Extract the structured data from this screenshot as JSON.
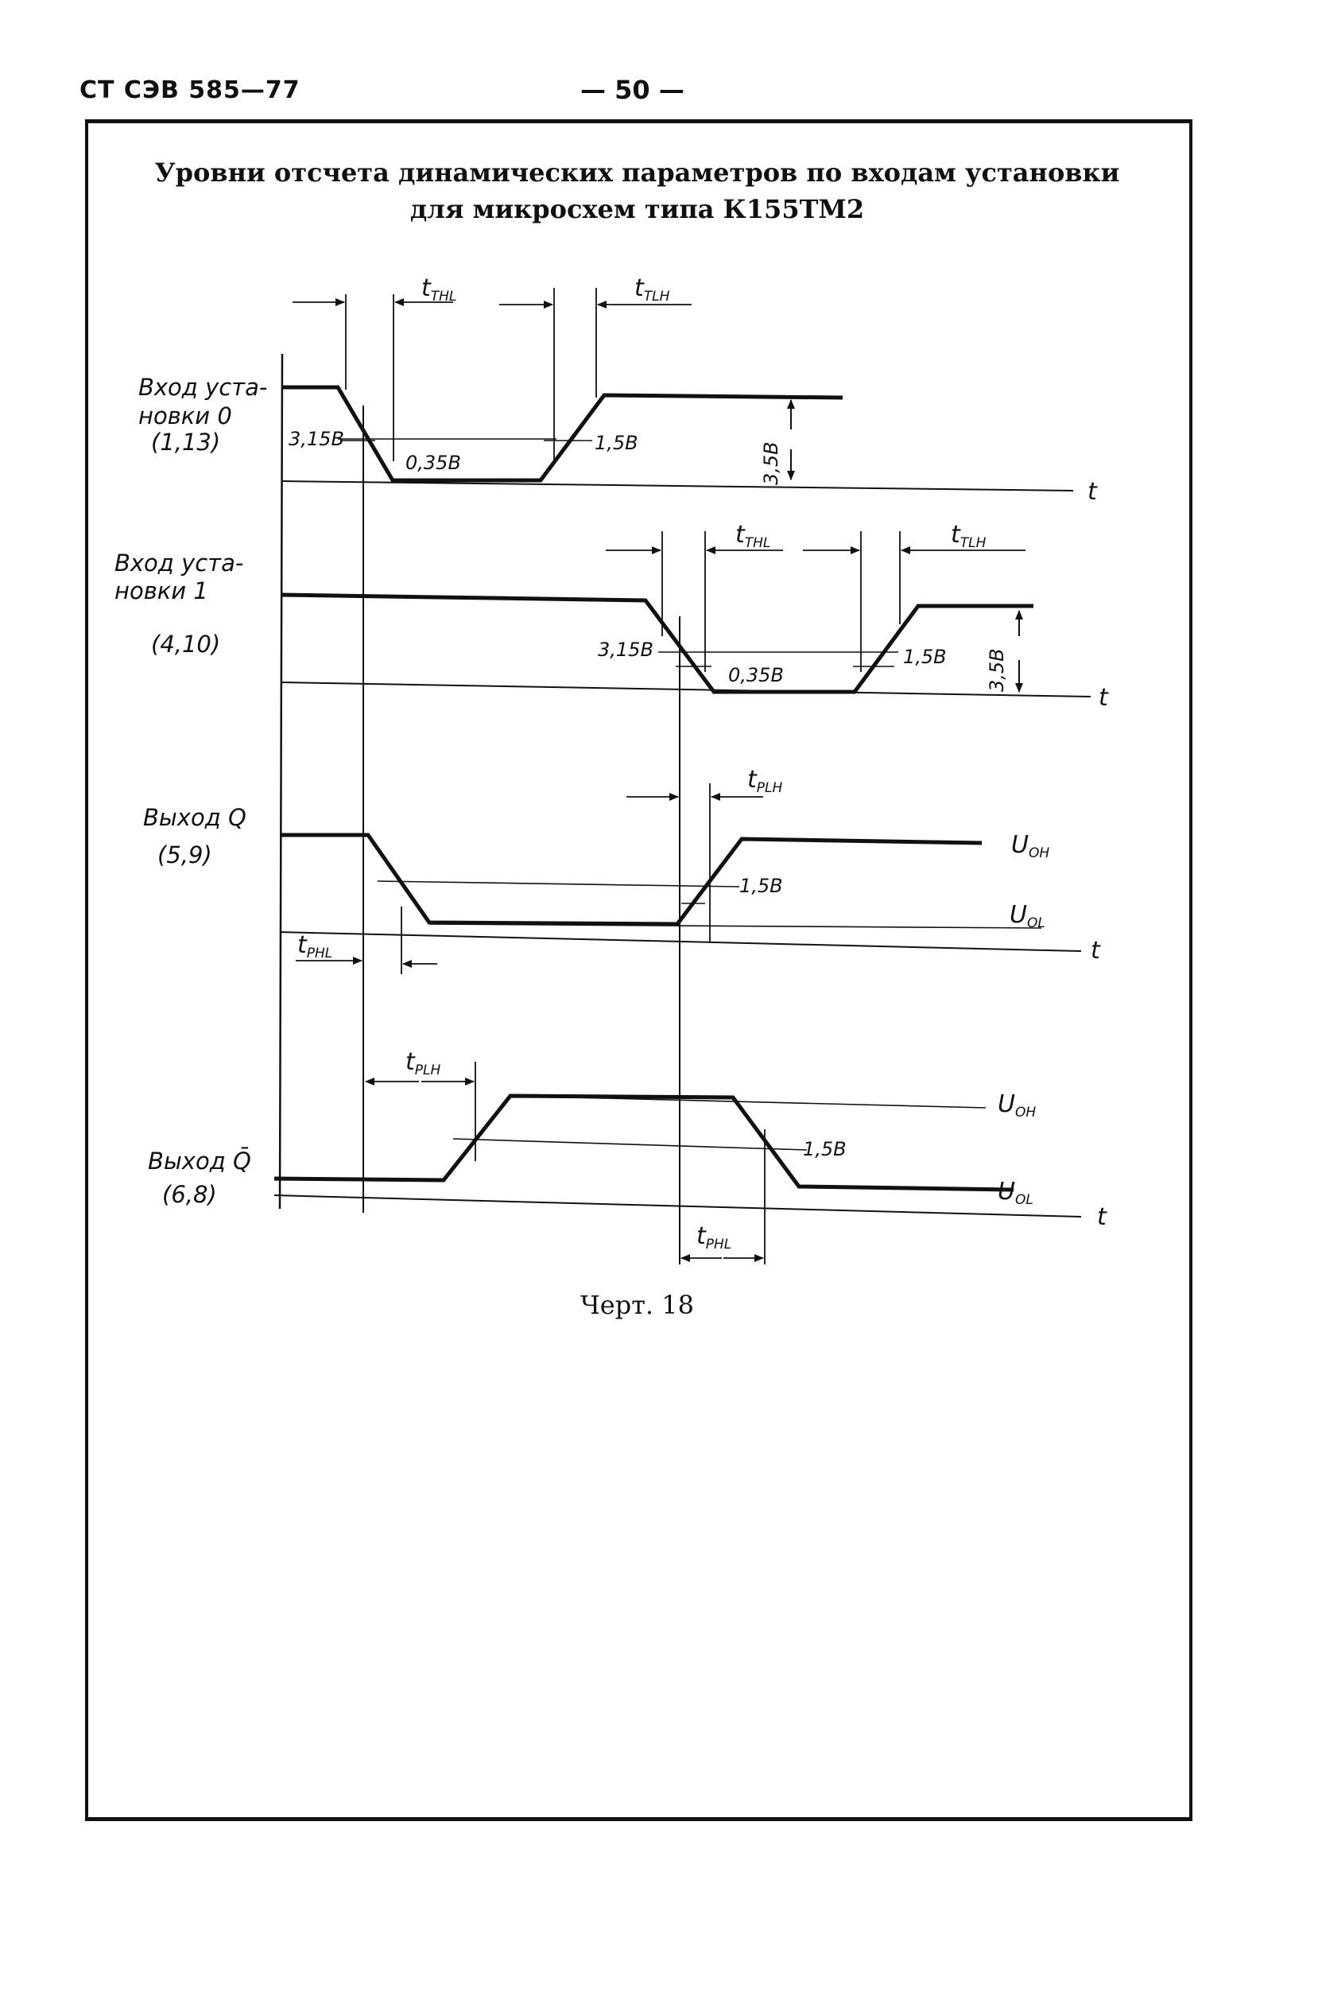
{
  "header": {
    "doc_code": "СТ СЭВ 585—77",
    "page_number": "— 50 —"
  },
  "title": {
    "line1": "Уровни отсчета динамических параметров по входам установки",
    "line2": "для микросхем типа К155ТМ2"
  },
  "channels": [
    {
      "name_lines": [
        "Вход уста-",
        "новки  0",
        "(1,13)"
      ]
    },
    {
      "name_lines": [
        "Вход уста-",
        "новки  1",
        "(4,10)"
      ]
    },
    {
      "name_lines": [
        "Выход Q",
        "(5,9)"
      ]
    },
    {
      "name_lines": [
        "Выход Q̄",
        "(6,8)"
      ]
    }
  ],
  "labels": {
    "t_axis": "t",
    "v_315": "3,15B",
    "v_035": "0,35B",
    "v_15": "1,5B",
    "v_35": "3,5B",
    "t_thl": "t",
    "t_thl_sub": "THL",
    "t_tlh": "t",
    "t_tlh_sub": "TLH",
    "t_plh": "t",
    "t_plh_sub": "PLH",
    "t_phl": "t",
    "t_phl_sub": "PHL",
    "u_oh": "U",
    "u_oh_sub": "OH",
    "u_ol": "U",
    "u_ol_sub": "OL"
  },
  "caption": "Черт. 18"
}
